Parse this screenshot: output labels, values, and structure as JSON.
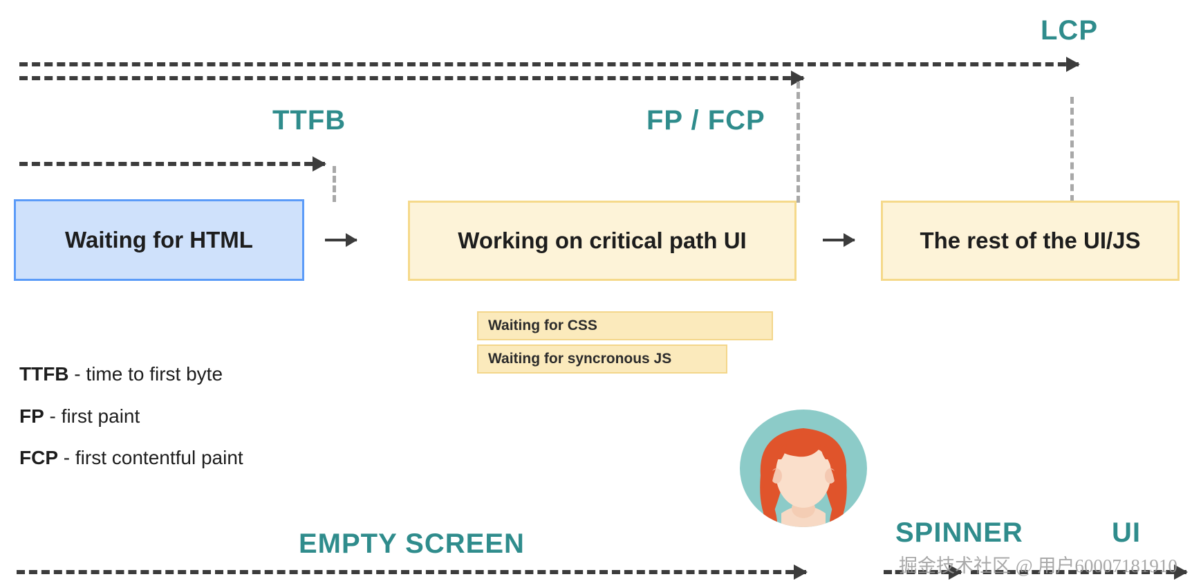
{
  "diagram": {
    "title_labels": {
      "lcp": "LCP",
      "ttfb": "TTFB",
      "fp_fcp": "FP / FCP",
      "empty_screen": "EMPTY SCREEN",
      "spinner": "SPINNER",
      "ui": "UI"
    },
    "accent_color": "#2f8c8c",
    "boxes": [
      {
        "id": "waiting-html",
        "label": "Waiting for HTML",
        "fill": "#cfe1fb",
        "border": "#5b9bf8"
      },
      {
        "id": "critical-path",
        "label": "Working on critical path UI",
        "fill": "#fdf3d8",
        "border": "#f5d98a"
      },
      {
        "id": "rest-of-ui",
        "label": "The rest of the UI/JS",
        "fill": "#fdf3d8",
        "border": "#f5d98a"
      }
    ],
    "subboxes": [
      {
        "id": "waiting-css",
        "label": "Waiting for CSS"
      },
      {
        "id": "waiting-sync-js",
        "label": "Waiting for syncronous JS"
      }
    ],
    "legend": [
      {
        "abbr": "TTFB",
        "desc": " - time to first byte"
      },
      {
        "abbr": "FP",
        "desc": " - first paint"
      },
      {
        "abbr": "FCP",
        "desc": " - first contentful paint"
      }
    ],
    "watermark": "掘金技术社区 @ 用户60007181910",
    "avatar": {
      "bg_color": "#8ccbc8",
      "hair_color": "#e0542b",
      "skin_color": "#f7d9c4",
      "name": "woman-avatar"
    }
  }
}
